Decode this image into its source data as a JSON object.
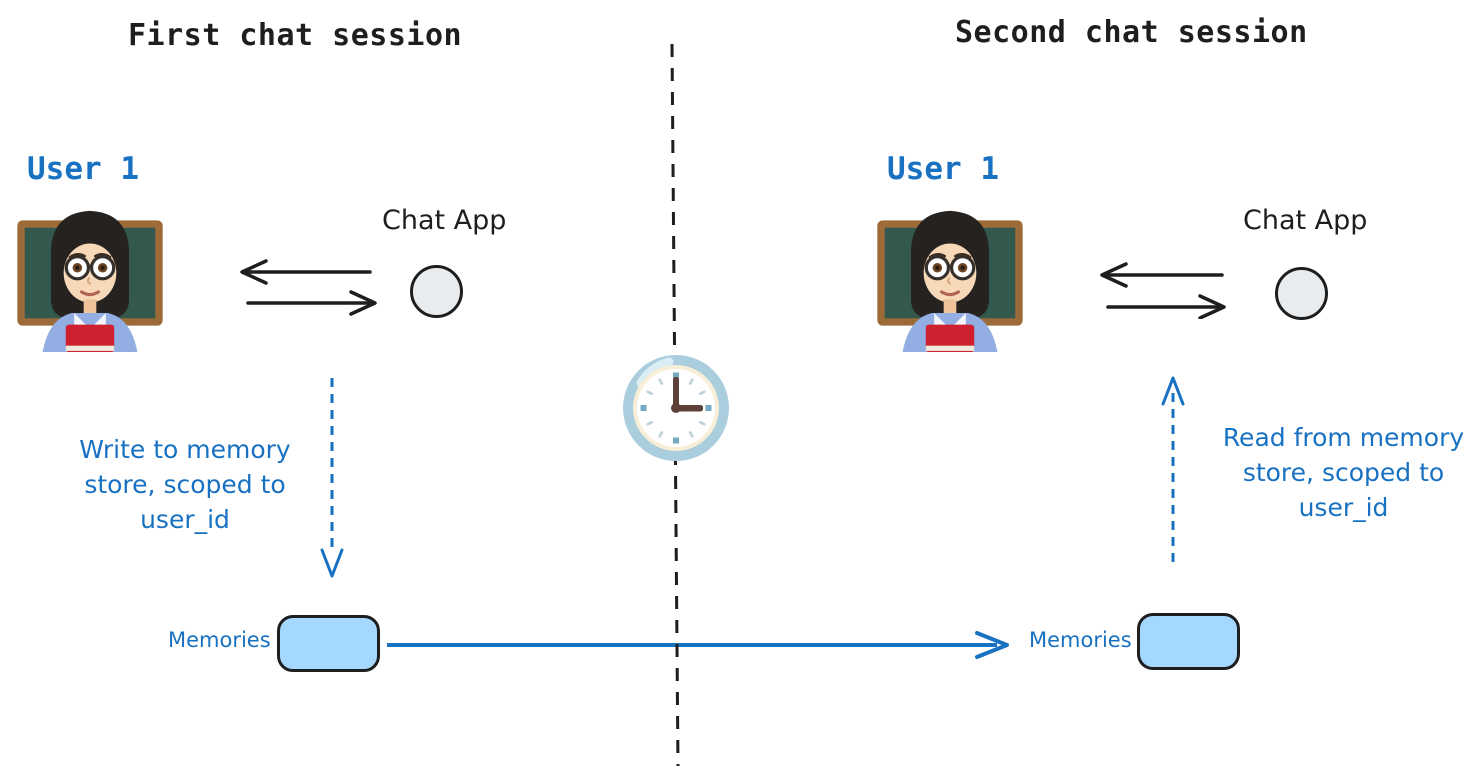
{
  "sessions": {
    "left": {
      "session_title": "First chat session",
      "user_label": "User 1",
      "app_label": "Chat App",
      "memory_note": "Write to memory\nstore, scoped to\nuser_id",
      "memories_label": "Memories"
    },
    "right": {
      "session_title": "Second chat session",
      "user_label": "User 1",
      "app_label": "Chat App",
      "memory_note": "Read from memory\nstore, scoped to\nuser_id",
      "memories_label": "Memories"
    }
  },
  "icons": {
    "user": "woman-teacher-emoji",
    "timeline_clock": "clock-face-three-oclock-emoji",
    "chat_app": "circle-node",
    "memory_store": "rounded-rectangle-node"
  },
  "colors": {
    "ink": "#1e1e1e",
    "accent_blue": "#1971c2",
    "memory_box_fill": "#a5d8ff",
    "app_circle_fill": "#e9ecef",
    "background": "#ffffff"
  }
}
